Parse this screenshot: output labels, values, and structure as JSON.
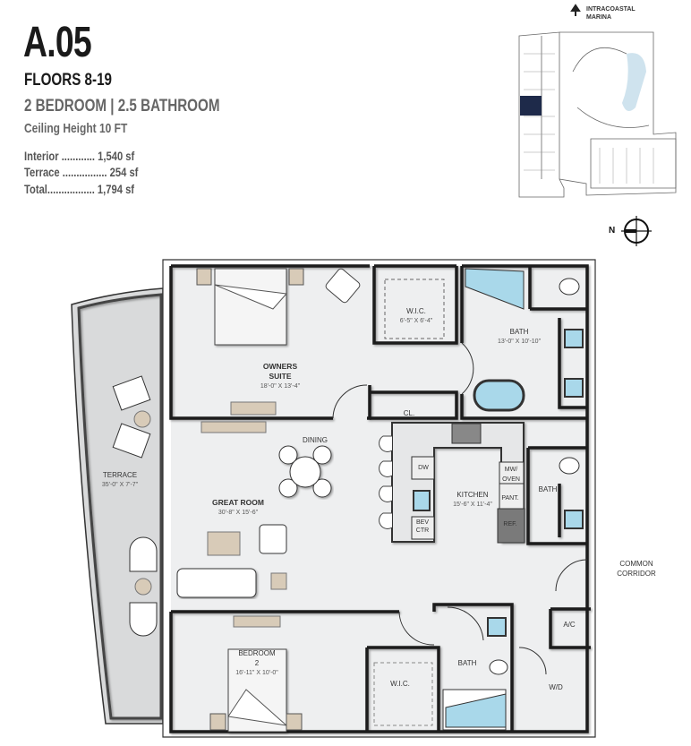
{
  "header": {
    "unit": "A.05",
    "floors": "FLOORS 8-19",
    "bedrooms": "2 BEDROOM | 2.5 BATHROOM",
    "ceiling": "Ceiling Height 10 FT",
    "areas": [
      {
        "label": "Interior ............ 1,540 sf"
      },
      {
        "label": "Terrace ................ 254 sf"
      },
      {
        "label": "Total................. 1,794 sf"
      }
    ]
  },
  "keyplan": {
    "direction_line1": "INTRACOASTAL",
    "direction_line2": "MARINA",
    "north": "N",
    "highlight_color": "#1e2a4a",
    "pool_color": "#cfe3ee"
  },
  "rooms": {
    "owners_suite": {
      "name1": "OWNERS",
      "name2": "SUITE",
      "dims": "18'-0\" X 13'-4\""
    },
    "wic_master": {
      "name": "W.I.C.",
      "dims": "6'-5\" X 6'-4\""
    },
    "bath_master": {
      "name": "BATH",
      "dims": "13'-0\" X 10'-10\""
    },
    "closet": {
      "name": "CL."
    },
    "dining": {
      "name": "DINING"
    },
    "terrace": {
      "name": "TERRACE",
      "dims": "35'-0\" X 7'-7\""
    },
    "great_room": {
      "name": "GREAT ROOM",
      "dims": "30'-8\" X 15'-6\""
    },
    "kitchen": {
      "name": "KITCHEN",
      "dims": "15'-6\" X 11'-4\""
    },
    "bath_powder": {
      "name": "BATH"
    },
    "bedroom2": {
      "name1": "BEDROOM",
      "name2": "2",
      "dims": "16'-11\" X 10'-0\""
    },
    "wic_2": {
      "name": "W.I.C."
    },
    "bath_2": {
      "name": "BATH"
    },
    "ac": {
      "name": "A/C"
    },
    "wd": {
      "name": "W/D"
    },
    "corridor": {
      "name1": "COMMON",
      "name2": "CORRIDOR"
    }
  },
  "appliances": {
    "dw": "DW",
    "mw_oven": "MW/ OVEN",
    "pantry": "PANT.",
    "ref": "REF.",
    "bev1": "BEV",
    "bev2": "CTR"
  },
  "colors": {
    "water": "#a9d8ea",
    "wood": "#d8cbb8",
    "floor": "#eeeff0",
    "terrace": "#d9dadb",
    "wall": "#1a1a1a"
  }
}
